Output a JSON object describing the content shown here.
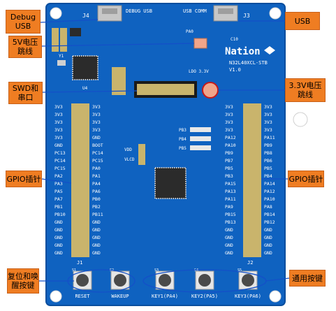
{
  "colors": {
    "pcb": "#0f62c0",
    "pcb_edge": "#0a4e9e",
    "header_gold": "#c9b46c",
    "chip": "#2b2b2b",
    "callout_fill": "#ef7d22",
    "callout_line": "#1450c8",
    "button_cap": "#4a4a4a"
  },
  "callouts": {
    "debug_usb": "Debug\nUSB",
    "usb": "USB",
    "v5_jumper": "5V电压\n跳线",
    "swd_uart": "SWD和\n串口",
    "v33_jumper": "3.3V电压\n跳线",
    "gpio_left": "GPIO插针",
    "gpio_right": "GPIO插针",
    "reset_wakeup": "复位和唤\n醒按键",
    "user_keys": "通用按键"
  },
  "board": {
    "debug_usb": "DEBUG USB",
    "usb_comm": "USB COMM",
    "j4": "J4",
    "j3": "J3",
    "logo": "Nation",
    "model": "N32L40XCL-STB",
    "version": "V1.0",
    "ldo": "LDO 3.3V",
    "c10": "C10",
    "pa0": "PA0",
    "vdd": "VDD",
    "vlcd": "VLCD",
    "u4": "U4",
    "y1": "Y1",
    "j1": "J1",
    "j2": "J2",
    "led_labels": [
      "PB3",
      "PB4",
      "PB5"
    ],
    "left_outer": [
      "3V3",
      "3V3",
      "3V3",
      "3V3",
      "3V3",
      "GND",
      "PC13",
      "PC14",
      "PC15",
      "PA2",
      "PA3",
      "PA5",
      "PA7",
      "PB1",
      "PB10",
      "GND",
      "GND",
      "GND",
      "GND",
      "GND"
    ],
    "left_inner": [
      "3V3",
      "3V3",
      "3V3",
      "3V3",
      "GND",
      "BOOT",
      "PC14",
      "PC15",
      "PA0",
      "PA1",
      "PA4",
      "PA6",
      "PB0",
      "PB2",
      "PB11",
      "GND",
      "GND",
      "GND",
      "GND",
      "GND"
    ],
    "right_inner": [
      "3V3",
      "3V3",
      "3V3",
      "3V3",
      "PA12",
      "PA10",
      "PB9",
      "PB7",
      "PB5",
      "PB3",
      "PA15",
      "PA13",
      "PA11",
      "PA9",
      "PB15",
      "PB13",
      "GND",
      "GND",
      "GND",
      "GND"
    ],
    "right_outer": [
      "3V3",
      "3V3",
      "3V3",
      "3V3",
      "PA11",
      "PB9",
      "PB8",
      "PB6",
      "PB5",
      "PB4",
      "PA14",
      "PA12",
      "PA10",
      "PA8",
      "PB14",
      "PB12",
      "GND",
      "GND",
      "GND",
      "GND"
    ],
    "buttons": [
      "RESET",
      "WAKEUP",
      "KEY1(PA4)",
      "KEY2(PA5)",
      "KEY3(PA6)"
    ],
    "button_refs": [
      "S1",
      "S2",
      "S3",
      "S4",
      "S5"
    ]
  }
}
